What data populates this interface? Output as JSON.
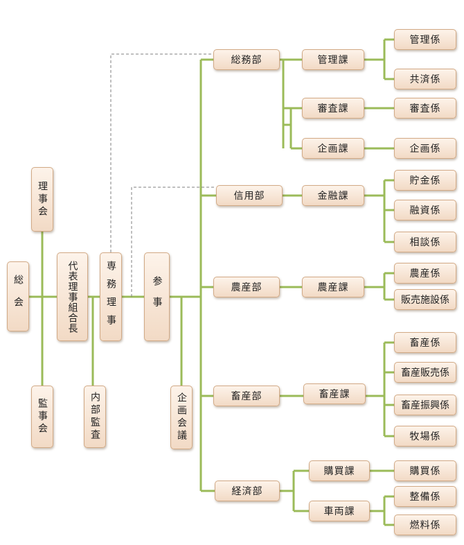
{
  "colors": {
    "line": "#9bbb59",
    "dashed": "#7f7f7f",
    "box_border": "#d2aa86"
  },
  "nodes": {
    "soukai": "総会",
    "rijikai": "理事会",
    "kanjikai": "監事会",
    "kumiaichou": "代表理事組合長",
    "senmu": "専務理事",
    "naibu": "内部監査",
    "sanji": "参事",
    "kikaku_kaigi": "企画会議",
    "soumubu": "総務部",
    "shinyoubu": "信用部",
    "nousanbu": "農産部",
    "chikusanbu": "畜産部",
    "keizaibu": "経済部",
    "kanrika": "管理課",
    "shinsaka": "審査課",
    "kikakuka": "企画課",
    "kinyuka": "金融課",
    "nousanka": "農産課",
    "chikusanka": "畜産課",
    "koubaika": "購買課",
    "sharyouka": "車両課",
    "kanrigakari": "管理係",
    "kyousaigakari": "共済係",
    "shinsagakari": "審査係",
    "kikakugakari": "企画係",
    "chokingakari": "貯金係",
    "yuushigakari": "融資係",
    "soudangakari": "相談係",
    "nousangakari": "農産係",
    "hanbaishisetsugakari": "販売施設係",
    "chikusangakari": "畜産係",
    "chikusanhanbaigakari": "畜産販売係",
    "chikusanshinkougakari": "畜産振興係",
    "bokujougakari": "牧場係",
    "koubaigakari": "購買係",
    "seibigakari": "整備係",
    "nenryougakari": "燃料係"
  }
}
